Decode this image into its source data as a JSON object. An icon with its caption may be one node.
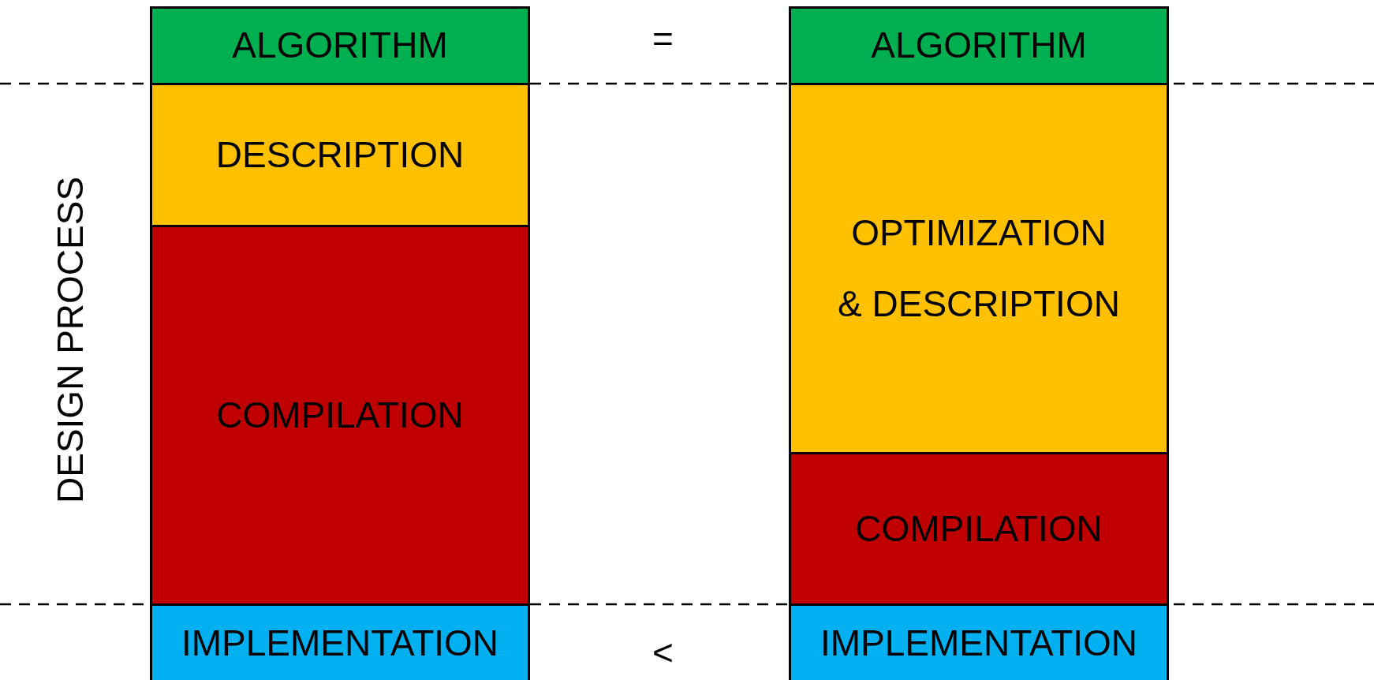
{
  "diagram": {
    "nodes": [
      {
        "text": [
          "ALGORITHM"
        ]
      },
      {
        "text": [
          "DESCRIPTION"
        ]
      },
      {
        "text": [
          "COMPILATION"
        ]
      },
      {
        "text": [
          "IMPLEMENTATION"
        ]
      },
      {
        "text": [
          "ALGORITHM"
        ]
      },
      {
        "text": [
          "OPTIMIZATION & DESCRIPTION"
        ]
      },
      {
        "text": [
          "COMPILATION"
        ]
      },
      {
        "text": [
          "IMPLEMENTATION"
        ]
      }
    ],
    "edges": [],
    "labels": [
      "=",
      "DESIGN PROCESS",
      "<"
    ]
  }
}
